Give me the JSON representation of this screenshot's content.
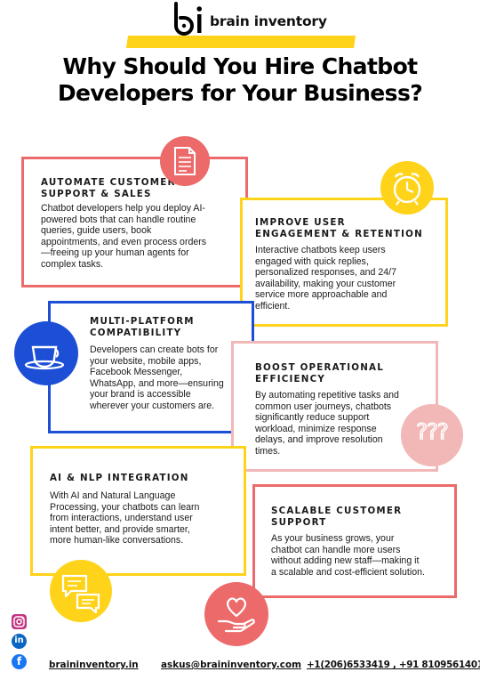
{
  "brand": {
    "name": "brain inventory",
    "mark": "bi"
  },
  "title": "Why Should You Hire Chatbot Developers for Your Business?",
  "cards": [
    {
      "title_lines": [
        "AUTOMATE CUSTOMER",
        "SUPPORT & SALES"
      ],
      "body_lines": [
        "Chatbot developers help you deploy AI-",
        "powered bots that can handle routine",
        "queries, guide users, book",
        "appointments, and even process orders",
        "—freeing up your human agents for",
        "complex tasks."
      ],
      "icon": "document-icon"
    },
    {
      "title_lines": [
        "IMPROVE USER",
        "ENGAGEMENT & RETENTION"
      ],
      "body_lines": [
        " Interactive chatbots keep users",
        "engaged with quick replies,",
        "personalized responses, and 24/7",
        "availability, making your customer",
        "service more approachable and",
        "efficient."
      ],
      "icon": "alarm-clock-icon"
    },
    {
      "title_lines": [
        "MULTI-PLATFORM",
        "COMPATIBILITY"
      ],
      "body_lines": [
        " Developers can create bots for",
        "your website, mobile apps,",
        "Facebook Messenger,",
        "WhatsApp, and more—ensuring",
        "your brand is accessible",
        "wherever your customers are."
      ],
      "icon": "coffee-cup-icon"
    },
    {
      "title_lines": [
        "BOOST OPERATIONAL",
        "EFFICIENCY"
      ],
      "body_lines": [
        " By automating repetitive tasks and",
        "common user journeys, chatbots",
        "significantly reduce support",
        "workload, minimize response",
        "delays, and improve resolution",
        "times."
      ],
      "icon": "question-marks-icon"
    },
    {
      "title_lines": [
        "AI & NLP INTEGRATION"
      ],
      "body_lines": [
        " With AI and Natural Language",
        "Processing, your chatbots can learn",
        "from interactions, understand user",
        "intent better, and provide smarter,",
        "more human-like conversations."
      ],
      "icon": "chat-bubbles-icon"
    },
    {
      "title_lines": [
        "SCALABLE CUSTOMER",
        "SUPPORT"
      ],
      "body_lines": [
        " As your business grows, your",
        "chatbot can handle more users",
        "without adding new staff—making it",
        "a scalable and cost-efficient solution."
      ],
      "icon": "heart-hand-icon"
    }
  ],
  "question_glyphs": "???",
  "footer": {
    "website": "braininventory.in",
    "email": "askus@braininventory.com",
    "phone": "+1(206)6533419 , +91 8109561401",
    "social_icons": [
      "instagram-icon",
      "linkedin-icon",
      "facebook-icon"
    ],
    "linkedin_glyph": "in",
    "facebook_glyph": "f"
  },
  "colors": {
    "coral": "#ec6a6a",
    "yellow": "#ffd31a",
    "blue": "#1d4fd6",
    "pink": "#f2b7b7",
    "instagram": "#c13584",
    "linkedin": "#0a66c2",
    "facebook": "#1877f2"
  }
}
